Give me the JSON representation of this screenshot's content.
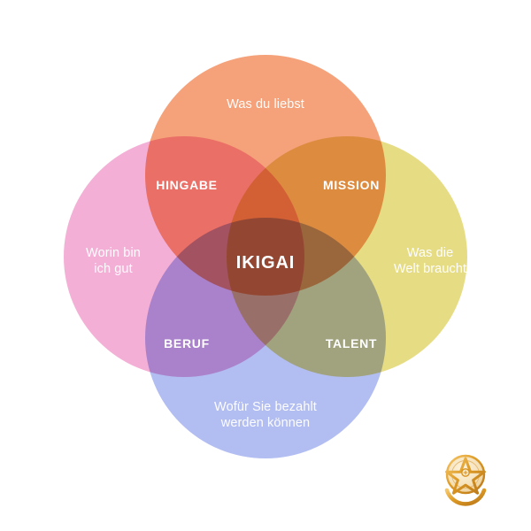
{
  "diagram": {
    "title": "IKIGAI",
    "type": "venn-4-circle",
    "background_color": "#ffffff",
    "center": {
      "key": "ikigai",
      "label": "IKIGAI"
    },
    "circles": [
      {
        "key": "love",
        "position": "top",
        "label": "Was du liebst",
        "color": "#f5a179"
      },
      {
        "key": "good_at",
        "position": "left",
        "label": "Worin bin\nich gut",
        "color": "#f4afd6"
      },
      {
        "key": "world_needs",
        "position": "right",
        "label": "Was die\nWelt braucht",
        "color": "#e6dc84"
      },
      {
        "key": "paid_for",
        "position": "bottom",
        "label": "Wofür Sie bezahlt\nwerden können",
        "color": "#b2bdf2"
      }
    ],
    "overlaps": [
      {
        "key": "hingabe",
        "label": "HINGABE",
        "position": "top-left",
        "color": "#ef6d86"
      },
      {
        "key": "mission",
        "label": "MISSION",
        "position": "top-right",
        "color": "#e7a52c"
      },
      {
        "key": "beruf",
        "label": "BERUF",
        "position": "bottom-left",
        "color": "#b98ad6"
      },
      {
        "key": "talent",
        "label": "TALENT",
        "position": "bottom-right",
        "color": "#b7bb7f"
      }
    ]
  },
  "logo": {
    "name": "pentagram-star-logo",
    "color": "#d8921f",
    "highlight_color": "#f6c76a"
  }
}
